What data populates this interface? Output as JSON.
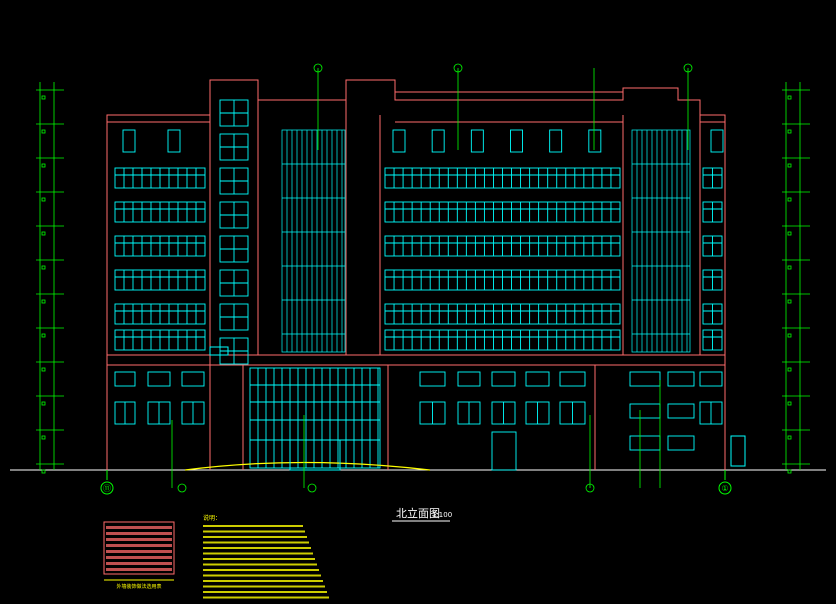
{
  "drawing": {
    "title": "北立面图",
    "scale": "1:100",
    "schedule_title": "外墙装饰做法选用表",
    "notes_header": "说明：",
    "grid_left": "⑪",
    "grid_right": "①"
  },
  "colors": {
    "background": "#000000",
    "outline": "#ff6b6b",
    "window": "#00ffff",
    "dimension": "#00ff00",
    "ground": "#ffffff",
    "annotation": "#ffff00"
  }
}
